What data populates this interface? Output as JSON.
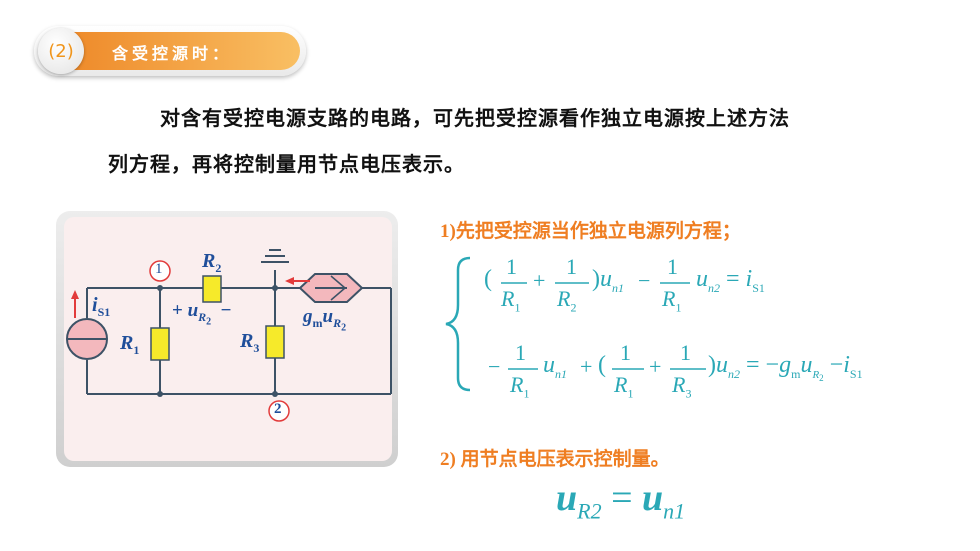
{
  "header": {
    "badge": "(2)",
    "title": "含受控源时："
  },
  "intro": {
    "line1": "对含有受控电源支路的电路，可先把受控源看作独立电源按上述方法",
    "line2": "列方程，再将控制量用节点电压表示。"
  },
  "circuit": {
    "node1": "1",
    "node2": "2",
    "current_source": "i",
    "current_source_sub": "S1",
    "r1": "R",
    "r1_sub": "1",
    "r2": "R",
    "r2_sub": "2",
    "r3": "R",
    "r3_sub": "3",
    "ur2_plus": "+",
    "ur2_minus": "−",
    "ur2": "u",
    "ur2_sub": "R",
    "ur2_subsub": "2",
    "dep_g": "g",
    "dep_m": "m",
    "dep_u": "u",
    "dep_sub": "R",
    "dep_subsub": "2"
  },
  "steps": {
    "step1": "1)先把受控源当作独立电源列方程；",
    "step2": "2) 用节点电压表示控制量。"
  },
  "equations": {
    "eq1": {
      "lparen": "(",
      "one": "1",
      "plus": "+",
      "r1": "R",
      "r1_sub": "1",
      "r2": "R",
      "r2_sub": "2",
      "rparen": ")",
      "u": "u",
      "n1": "n1",
      "minus": "−",
      "n2": "n2",
      "eq": "=",
      "i": "i",
      "s1": "S1"
    },
    "eq2": {
      "minus": "−",
      "one": "1",
      "plus": "+",
      "lparen": "(",
      "r1": "R",
      "r1_sub": "1",
      "r3": "R",
      "r3_sub": "3",
      "rparen": ")",
      "u": "u",
      "n1": "n1",
      "n2": "n2",
      "eq": "=",
      "g": "g",
      "m": "m",
      "ur": "R",
      "ur_sub": "2",
      "i": "i",
      "s1": "S1"
    },
    "control": {
      "u": "u",
      "r2": "R2",
      "eq": "=",
      "n1": "n1"
    }
  },
  "colors": {
    "accent_orange": "#ef7e22",
    "formula_teal": "#2aa8b6",
    "circuit_blue": "#1f4e9a",
    "node_red": "#e23b3b",
    "resistor_yellow": "#f6ea2a",
    "dep_source_pink": "#f3b8bd"
  }
}
